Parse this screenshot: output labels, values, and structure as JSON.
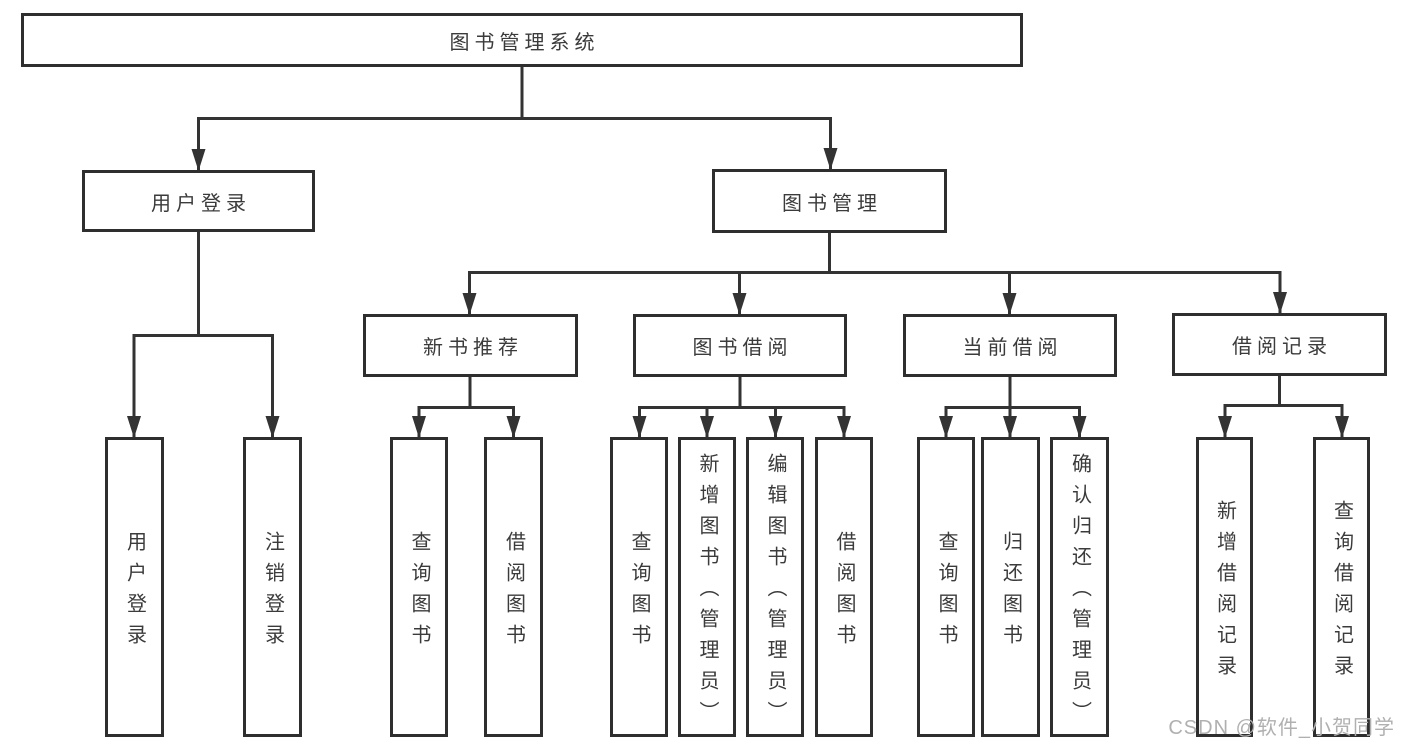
{
  "diagram": {
    "title": "图书管理系统",
    "root": {
      "label": "图书管理系统"
    },
    "level2": [
      {
        "label": "用户登录"
      },
      {
        "label": "图书管理"
      }
    ],
    "level3": [
      {
        "label": "新书推荐",
        "parent": "图书管理"
      },
      {
        "label": "图书借阅",
        "parent": "图书管理"
      },
      {
        "label": "当前借阅",
        "parent": "图书管理"
      },
      {
        "label": "借阅记录",
        "parent": "图书管理"
      }
    ],
    "leaves": [
      {
        "label": "用户登录",
        "parent": "用户登录"
      },
      {
        "label": "注销登录",
        "parent": "用户登录"
      },
      {
        "label": "查询图书",
        "parent": "新书推荐"
      },
      {
        "label": "借阅图书",
        "parent": "新书推荐"
      },
      {
        "label": "查询图书",
        "parent": "图书借阅"
      },
      {
        "label": "新增图书（管理员）",
        "parent": "图书借阅"
      },
      {
        "label": "编辑图书（管理员）",
        "parent": "图书借阅"
      },
      {
        "label": "借阅图书",
        "parent": "图书借阅"
      },
      {
        "label": "查询图书",
        "parent": "当前借阅"
      },
      {
        "label": "归还图书",
        "parent": "当前借阅"
      },
      {
        "label": "确认归还（管理员）",
        "parent": "当前借阅"
      },
      {
        "label": "新增借阅记录",
        "parent": "借阅记录"
      },
      {
        "label": "查询借阅记录",
        "parent": "借阅记录"
      }
    ]
  },
  "watermark": "CSDN @软件_小贺同学",
  "colors": {
    "line": "#333333",
    "border": "#2e2e2e",
    "text": "#3b3b3b",
    "watermark": "#b0b0b0",
    "background": "#ffffff"
  }
}
